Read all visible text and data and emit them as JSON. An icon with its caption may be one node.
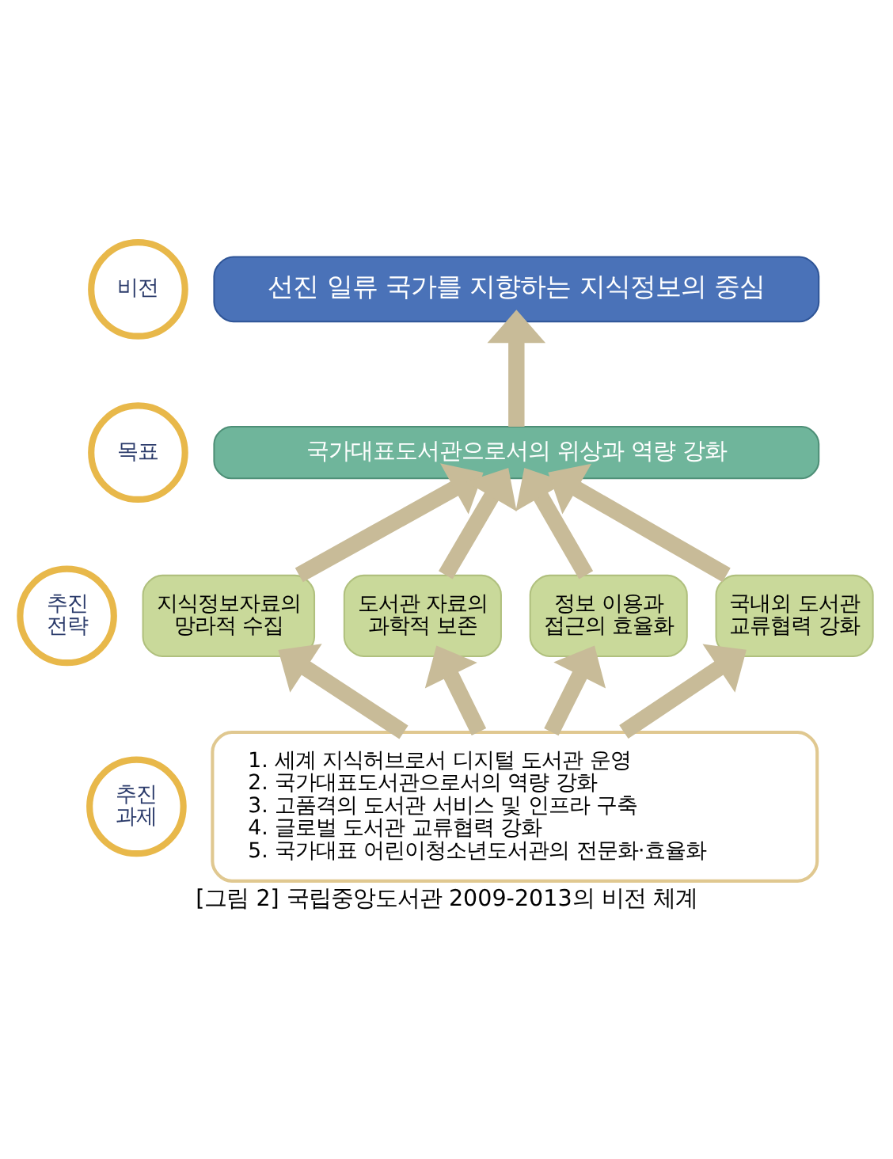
{
  "diagram": {
    "caption": "[그림 2] 국립중앙도서관 2009-2013의 비전 체계",
    "nodes": [
      {
        "text": [
          "비전"
        ]
      },
      {
        "text": [
          "선진 일류 국가를 지향하는 지식정보의 중심"
        ]
      },
      {
        "text": [
          "목표"
        ]
      },
      {
        "text": [
          "국가대표도서관으로서의 위상과 역량 강화"
        ]
      },
      {
        "text": [
          "추진 전략"
        ]
      },
      {
        "text": [
          "지식정보자료의 망라적 수집"
        ]
      },
      {
        "text": [
          "도서관 자료의 과학적 보존"
        ]
      },
      {
        "text": [
          "정보 이용과 접근의 효율화"
        ]
      },
      {
        "text": [
          "국내외 도서관 교류협력 강화"
        ]
      },
      {
        "text": [
          "추진 과제"
        ]
      },
      {
        "text": [
          "1. 세계 지식허브로서 디지털 도서관 운영",
          "2. 국가대표도서관으로서의 역량 강화",
          "3. 고품격의 도서관 서비스 및 인프라 구축",
          "4. 글로벌 도서관 교류협력 강화",
          "5. 국가대표 어린이청소년도서관의 전문화·효율화"
        ]
      }
    ],
    "edges": [
      {
        "from": 10,
        "to": 5,
        "arrow": "to"
      },
      {
        "from": 10,
        "to": 6,
        "arrow": "to"
      },
      {
        "from": 10,
        "to": 7,
        "arrow": "to"
      },
      {
        "from": 10,
        "to": 8,
        "arrow": "to"
      },
      {
        "from": 5,
        "to": 3,
        "arrow": "to"
      },
      {
        "from": 6,
        "to": 3,
        "arrow": "to"
      },
      {
        "from": 7,
        "to": 3,
        "arrow": "to"
      },
      {
        "from": 8,
        "to": 3,
        "arrow": "to"
      },
      {
        "from": 3,
        "to": 1,
        "arrow": "to"
      }
    ]
  }
}
